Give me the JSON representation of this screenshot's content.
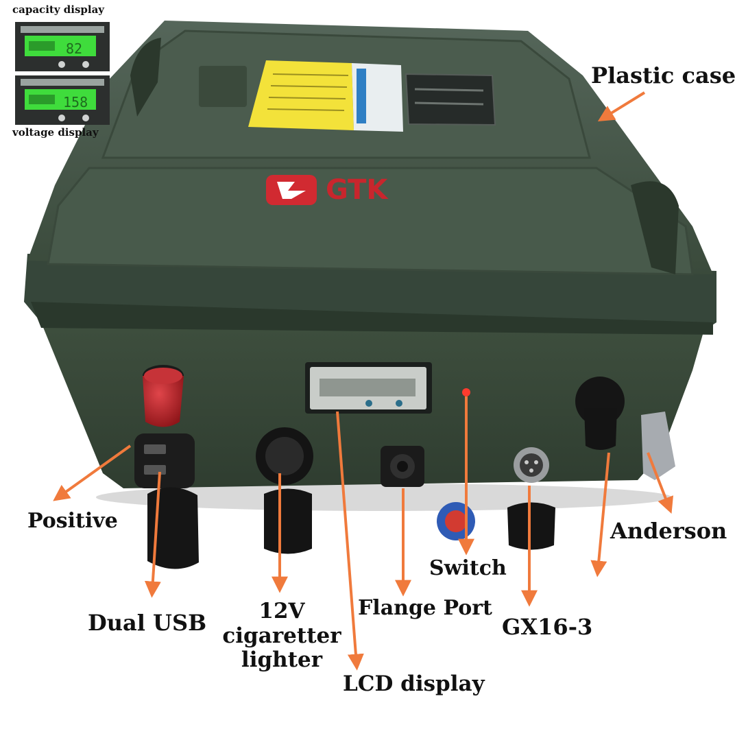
{
  "inset": {
    "capacity_caption": "capacity display",
    "voltage_caption": "voltage display",
    "capacity_value": "82",
    "voltage_value": "158"
  },
  "labels": {
    "plastic_case": "Plastic case",
    "positive": "Positive",
    "dual_usb": "Dual USB",
    "cigarette_line1": "12V",
    "cigarette_line2": "cigaretter",
    "cigarette_line3": "lighter",
    "flange_port": "Flange Port",
    "switch": "Switch",
    "gx16": "GX16-3",
    "anderson": "Anderson",
    "lcd_display": "LCD display"
  },
  "brand": {
    "logo_text": "GTK"
  },
  "colors": {
    "case_green": "#3e4e3d",
    "arrow": "#f07a3c",
    "positive_terminal": "#b8232a",
    "lcd_green": "#3fdc3c"
  }
}
